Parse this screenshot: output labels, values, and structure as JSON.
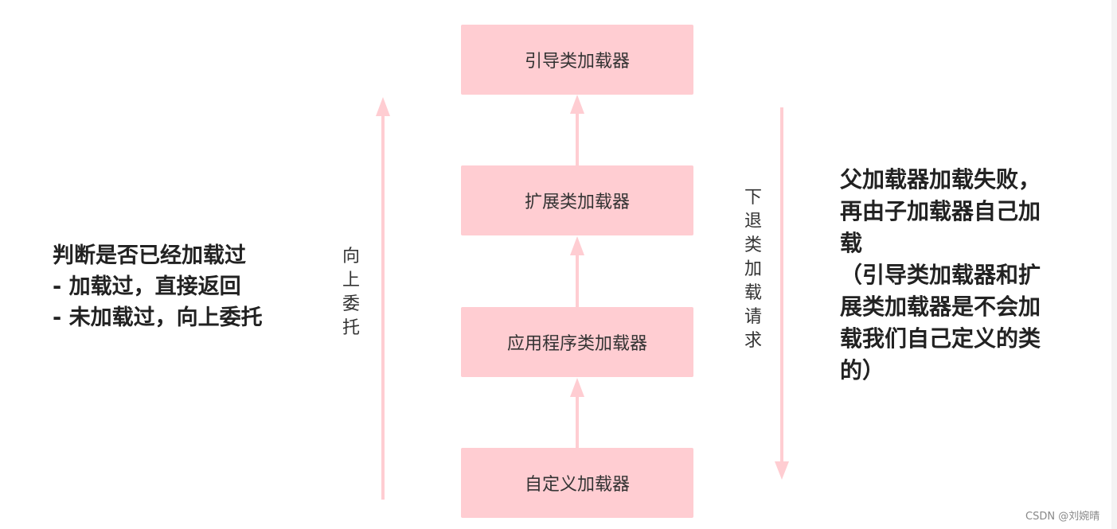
{
  "boxes": {
    "bootstrap": "引导类加载器",
    "extension": "扩展类加载器",
    "application": "应用程序类加载器",
    "custom": "自定义加载器"
  },
  "labels": {
    "delegate_up": "向上委托",
    "return_down": "下退类加载请求"
  },
  "notes": {
    "left": [
      "判断是否已经加载过",
      "- 加载过，直接返回",
      "- 未加载过，向上委托"
    ],
    "right": [
      "父加载器加载失败，",
      "再由子加载器自己加",
      "载",
      "（引导类加载器和扩",
      "展类加载器是不会加",
      "载我们自己定义的类",
      "的）"
    ]
  },
  "watermark": "CSDN @刘婉晴",
  "colors": {
    "box_fill": "#ffcdd2",
    "arrow": "#ffcdd2",
    "text": "#333333"
  }
}
